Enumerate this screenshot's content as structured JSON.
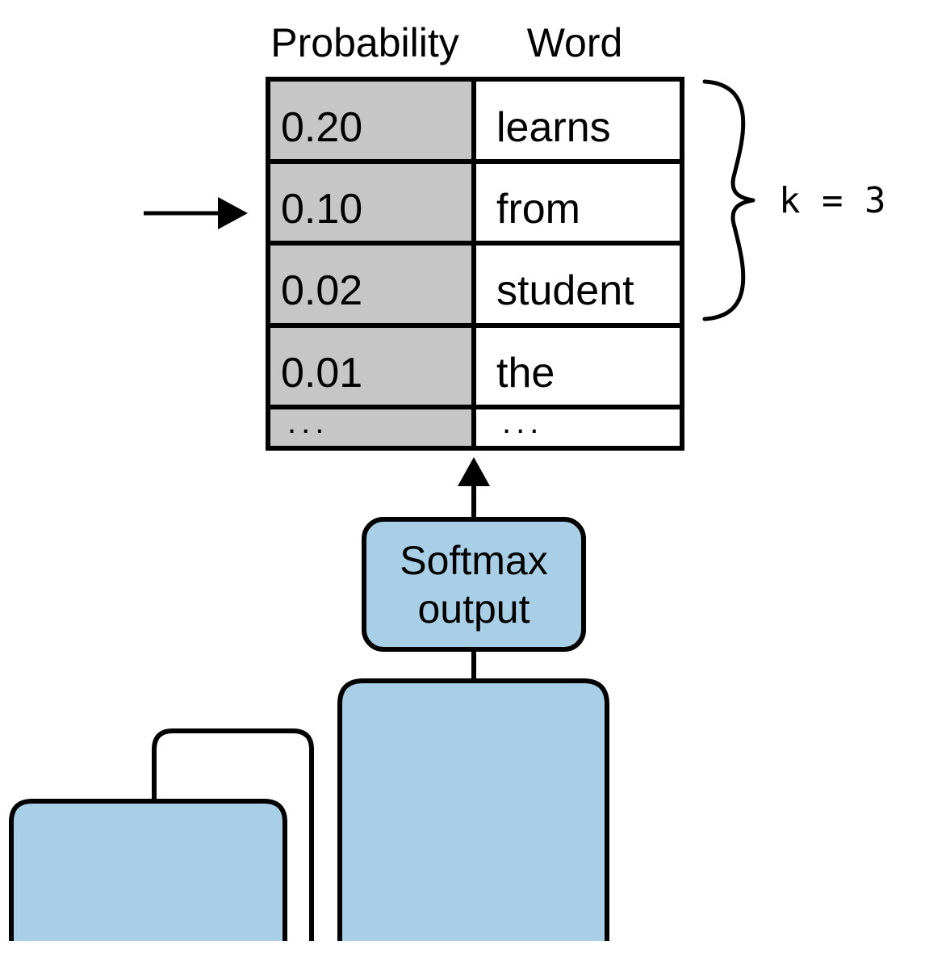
{
  "table": {
    "header_probability": "Probability",
    "header_word": "Word",
    "rows": [
      {
        "prob": "0.20",
        "word": "learns"
      },
      {
        "prob": "0.10",
        "word": "from"
      },
      {
        "prob": "0.02",
        "word": "student"
      },
      {
        "prob": "0.01",
        "word": "the"
      }
    ],
    "ellipsis_prob": "...",
    "ellipsis_word": "..."
  },
  "brace_label": "k = 3",
  "softmax": {
    "line1": "Softmax",
    "line2": "output"
  },
  "colors": {
    "prob_column": "#c6c6c6",
    "box_fill": "#a8cfe5",
    "stroke": "#000000"
  }
}
